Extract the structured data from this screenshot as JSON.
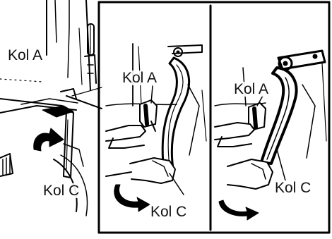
{
  "labels": {
    "left_lever_a": "Kol A",
    "left_lever_c": "Kol C",
    "middle_lever_a": "Kol A",
    "middle_lever_c": "Kol C",
    "right_lever_a": "Kol A",
    "right_lever_c": "Kol C"
  }
}
